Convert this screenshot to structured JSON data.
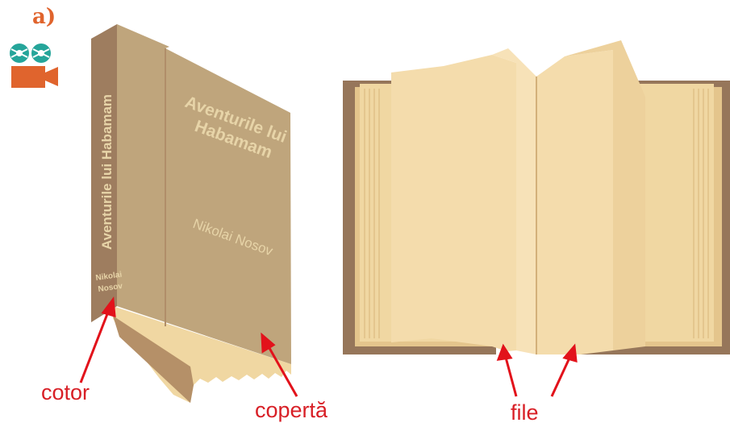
{
  "section_label": "a)",
  "icon": "video-camera-icon",
  "closed_book": {
    "spine_title": "Aventurile lui Habamam",
    "spine_author": [
      "Nikolai",
      "Nosov"
    ],
    "cover_title": [
      "Aventurile lui",
      "Habamam"
    ],
    "cover_author": "Nikolai Nosov"
  },
  "labels": {
    "cotor": "cotor",
    "coperta": "copertă",
    "file": "file"
  },
  "colors": {
    "cover": "#bfa57c",
    "spine": "#9e7d5f",
    "pages": "#f0d7a2",
    "arrows": "#e2121b",
    "label_text": "#d81f26",
    "accent_orange": "#e0642d",
    "accent_teal": "#25a59a"
  }
}
